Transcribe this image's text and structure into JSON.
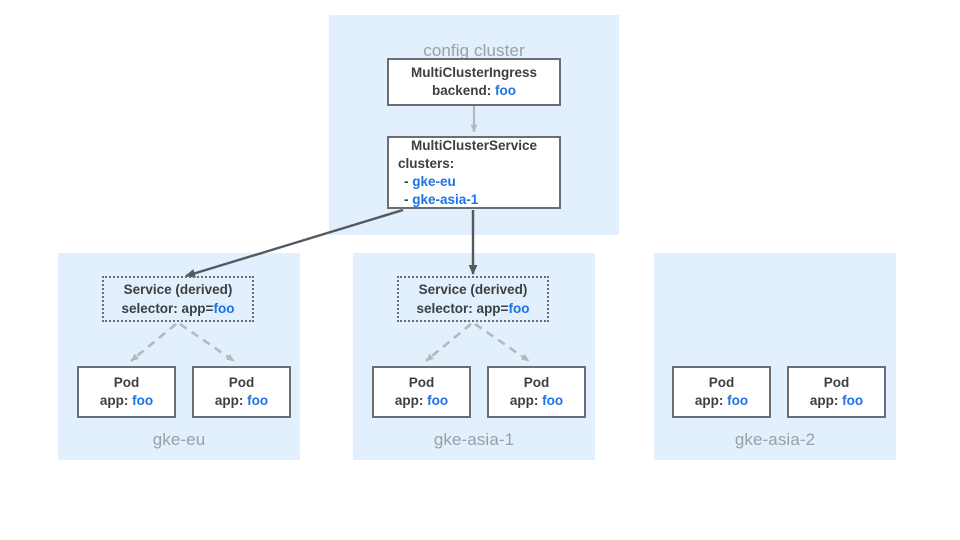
{
  "diagram": {
    "title_semantic": "multi-cluster-ingress-topology",
    "colors": {
      "panel_background": "#e2effc",
      "box_border": "#6b6f73",
      "box_fill": "#ffffff",
      "text": "#3c4043",
      "accent_blue": "#1a73e8",
      "panel_label": "#9aa0a6",
      "arrow_solid": "#55595c",
      "arrow_dashed": "#b4b9bd",
      "canvas": "#ffffff"
    }
  },
  "config_cluster": {
    "label": "config cluster",
    "ingress": {
      "title": "MultiClusterIngress",
      "field_label": "backend:",
      "field_value": "foo"
    },
    "service": {
      "title": "MultiClusterService",
      "field_label": "clusters:",
      "items": [
        {
          "bullet": "-",
          "value": "gke-eu"
        },
        {
          "bullet": "-",
          "value": "gke-asia-1"
        }
      ]
    }
  },
  "clusters": [
    {
      "name": "gke-eu",
      "derived_service": {
        "title": "Service (derived)",
        "selector_label": "selector: app=",
        "selector_value": "foo"
      },
      "pods": [
        {
          "title": "Pod",
          "label": "app:",
          "value": "foo"
        },
        {
          "title": "Pod",
          "label": "app:",
          "value": "foo"
        }
      ]
    },
    {
      "name": "gke-asia-1",
      "derived_service": {
        "title": "Service (derived)",
        "selector_label": "selector: app=",
        "selector_value": "foo"
      },
      "pods": [
        {
          "title": "Pod",
          "label": "app:",
          "value": "foo"
        },
        {
          "title": "Pod",
          "label": "app:",
          "value": "foo"
        }
      ]
    },
    {
      "name": "gke-asia-2",
      "derived_service": null,
      "pods": [
        {
          "title": "Pod",
          "label": "app:",
          "value": "foo"
        },
        {
          "title": "Pod",
          "label": "app:",
          "value": "foo"
        }
      ]
    }
  ]
}
